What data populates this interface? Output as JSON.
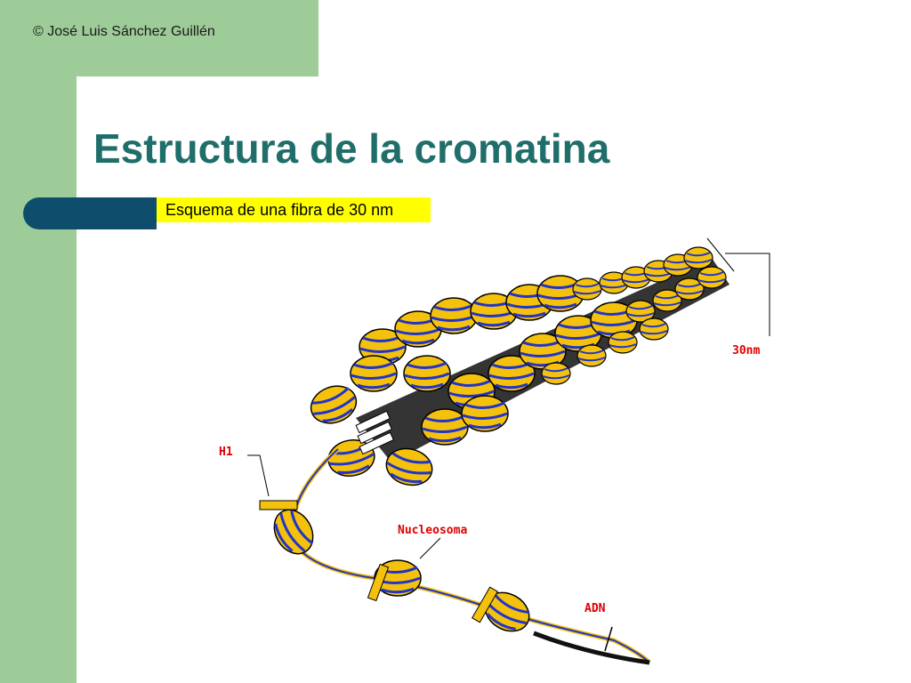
{
  "slide": {
    "copyright": "© José Luis Sánchez Guillén",
    "title": "Estructura de la cromatina",
    "subtitle": "Esquema de una fibra de 30 nm"
  },
  "diagram": {
    "labels": {
      "width": "30nm",
      "h1": "H1",
      "nucleosome": "Nucleosoma",
      "dna": "ADN"
    },
    "colors": {
      "nucleosome_fill": "#f4c20d",
      "dna_stripe": "#2233cc",
      "label_red": "#e00000",
      "leader_line": "#000000"
    }
  }
}
